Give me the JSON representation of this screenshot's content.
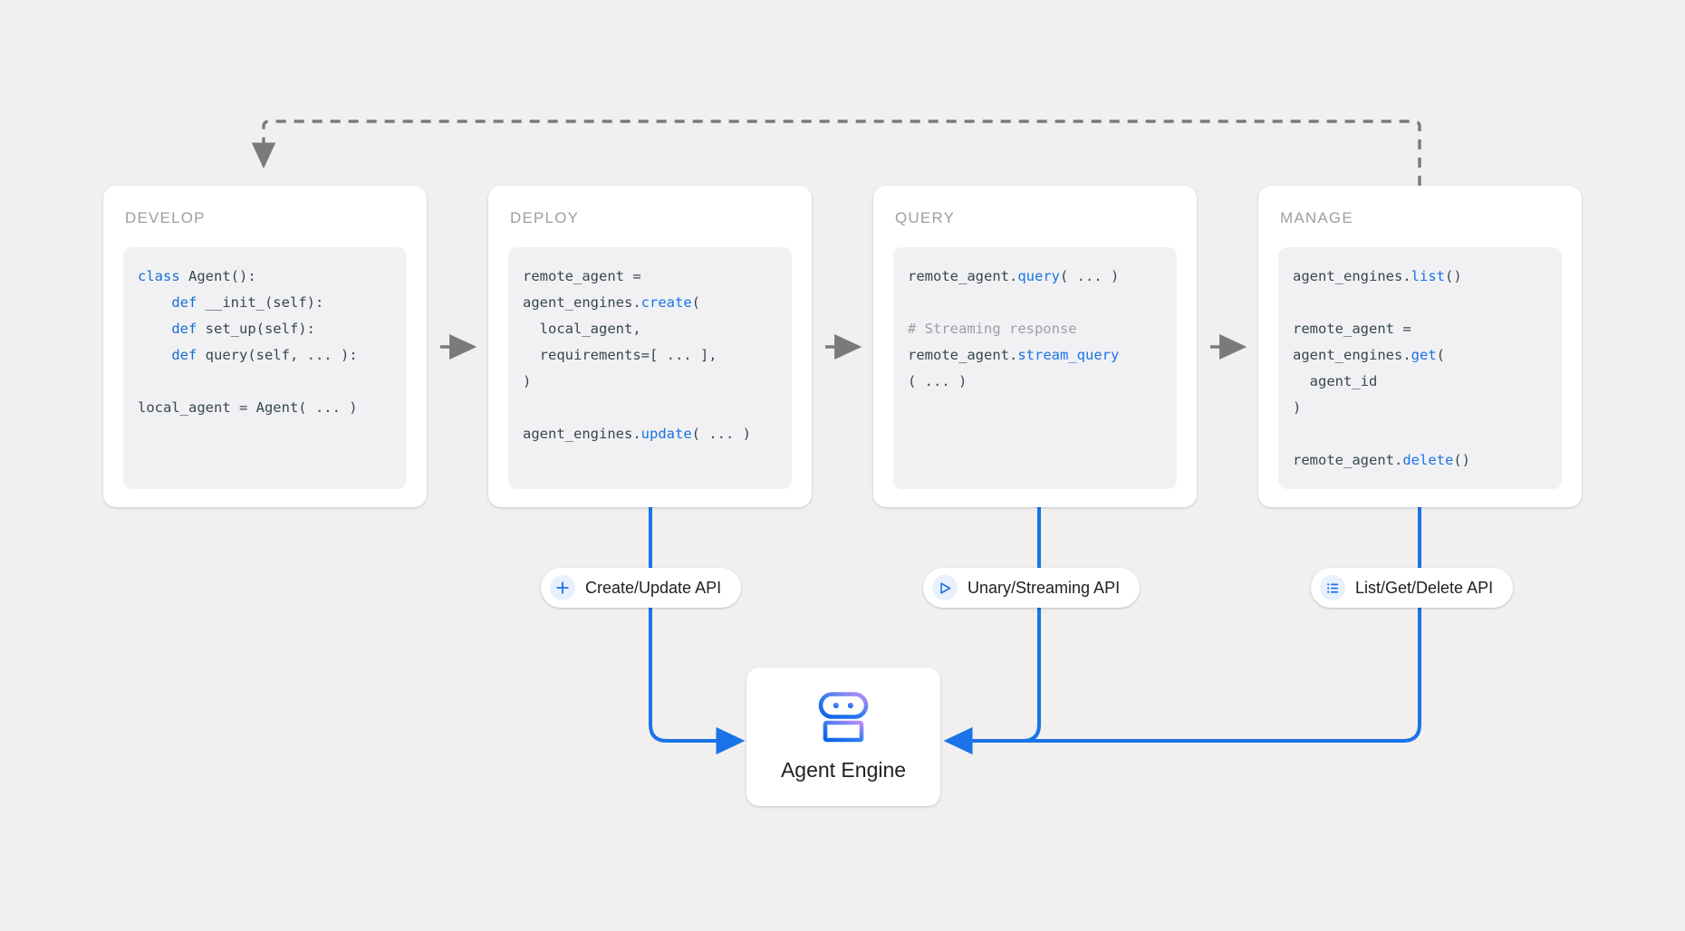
{
  "canvas": {
    "background": "#f1f0ee",
    "accent_blue": "#1a73e8",
    "dashed_gray": "#7a7a78",
    "code_bg": "#f1f1f3",
    "title_gray": "#9aa0a6"
  },
  "stages": [
    {
      "id": "develop",
      "title": "DEVELOP",
      "code_lines": [
        [
          {
            "t": "class ",
            "c": "kw"
          },
          {
            "t": "Agent():",
            "c": ""
          }
        ],
        [
          {
            "t": "    ",
            "c": ""
          },
          {
            "t": "def ",
            "c": "kw"
          },
          {
            "t": "__init_(self):",
            "c": ""
          }
        ],
        [
          {
            "t": "    ",
            "c": ""
          },
          {
            "t": "def ",
            "c": "kw"
          },
          {
            "t": "set_up(self):",
            "c": ""
          }
        ],
        [
          {
            "t": "    ",
            "c": ""
          },
          {
            "t": "def ",
            "c": "kw"
          },
          {
            "t": "query(self, ... ):",
            "c": ""
          }
        ],
        [
          {
            "t": "",
            "c": ""
          }
        ],
        [
          {
            "t": "local_agent = Agent( ... )",
            "c": ""
          }
        ]
      ]
    },
    {
      "id": "deploy",
      "title": "DEPLOY",
      "code_lines": [
        [
          {
            "t": "remote_agent =",
            "c": ""
          }
        ],
        [
          {
            "t": "agent_engines.",
            "c": ""
          },
          {
            "t": "create",
            "c": "fn"
          },
          {
            "t": "(",
            "c": ""
          }
        ],
        [
          {
            "t": "  local_agent,",
            "c": ""
          }
        ],
        [
          {
            "t": "  requirements=[ ... ],",
            "c": ""
          }
        ],
        [
          {
            "t": ")",
            "c": ""
          }
        ],
        [
          {
            "t": "",
            "c": ""
          }
        ],
        [
          {
            "t": "agent_engines.",
            "c": ""
          },
          {
            "t": "update",
            "c": "fn"
          },
          {
            "t": "( ... )",
            "c": ""
          }
        ]
      ]
    },
    {
      "id": "query",
      "title": "QUERY",
      "code_lines": [
        [
          {
            "t": "remote_agent.",
            "c": ""
          },
          {
            "t": "query",
            "c": "fn"
          },
          {
            "t": "( ... )",
            "c": ""
          }
        ],
        [
          {
            "t": "",
            "c": ""
          }
        ],
        [
          {
            "t": "# Streaming response",
            "c": "cm"
          }
        ],
        [
          {
            "t": "remote_agent.",
            "c": ""
          },
          {
            "t": "stream_query",
            "c": "fn"
          }
        ],
        [
          {
            "t": "( ... )",
            "c": ""
          }
        ]
      ]
    },
    {
      "id": "manage",
      "title": "MANAGE",
      "code_lines": [
        [
          {
            "t": "agent_engines.",
            "c": ""
          },
          {
            "t": "list",
            "c": "fn"
          },
          {
            "t": "()",
            "c": ""
          }
        ],
        [
          {
            "t": "",
            "c": ""
          }
        ],
        [
          {
            "t": "remote_agent =",
            "c": ""
          }
        ],
        [
          {
            "t": "agent_engines.",
            "c": ""
          },
          {
            "t": "get",
            "c": "fn"
          },
          {
            "t": "(",
            "c": ""
          }
        ],
        [
          {
            "t": "  agent_id",
            "c": ""
          }
        ],
        [
          {
            "t": ")",
            "c": ""
          }
        ],
        [
          {
            "t": "",
            "c": ""
          }
        ],
        [
          {
            "t": "remote_agent.",
            "c": ""
          },
          {
            "t": "delete",
            "c": "fn"
          },
          {
            "t": "()",
            "c": ""
          }
        ]
      ]
    }
  ],
  "api_pills": [
    {
      "id": "create",
      "label": "Create/Update API",
      "icon": "plus-icon"
    },
    {
      "id": "unary",
      "label": "Unary/Streaming API",
      "icon": "send-triangle-icon"
    },
    {
      "id": "list",
      "label": "List/Get/Delete API",
      "icon": "list-icon"
    }
  ],
  "agent_engine": {
    "label": "Agent Engine",
    "icon": "robot-icon",
    "gradient_from": "#1a73e8",
    "gradient_to": "#b388f5"
  }
}
